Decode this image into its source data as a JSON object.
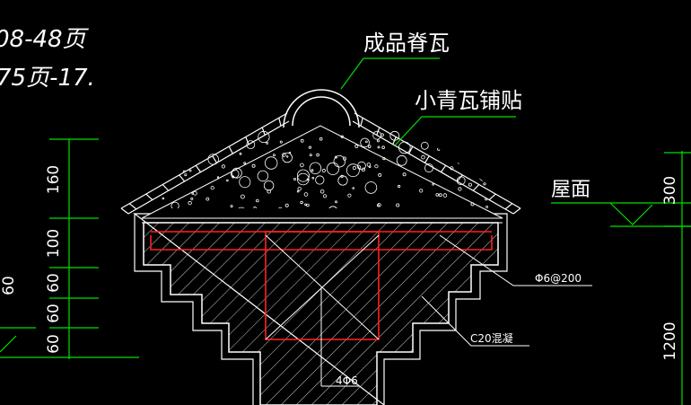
{
  "colors": {
    "background": "#000000",
    "outline": "#ffffff",
    "leader": "#00e000",
    "rebar": "#ff2020",
    "hatch": "#ffffff"
  },
  "labels": {
    "ref_line_1": "08-48页",
    "ref_line_2": "75页-17.",
    "ridge_tile": "成品脊瓦",
    "small_tile": "小青瓦铺贴",
    "roof_surface": "屋面",
    "stirrup": "Φ6@200",
    "concrete": "C20混凝",
    "bars": "4Φ6"
  },
  "dimensions": {
    "left": [
      "160",
      "100",
      "60",
      "60",
      "60"
    ],
    "far_left": "60",
    "right": [
      "300",
      "1200"
    ]
  }
}
